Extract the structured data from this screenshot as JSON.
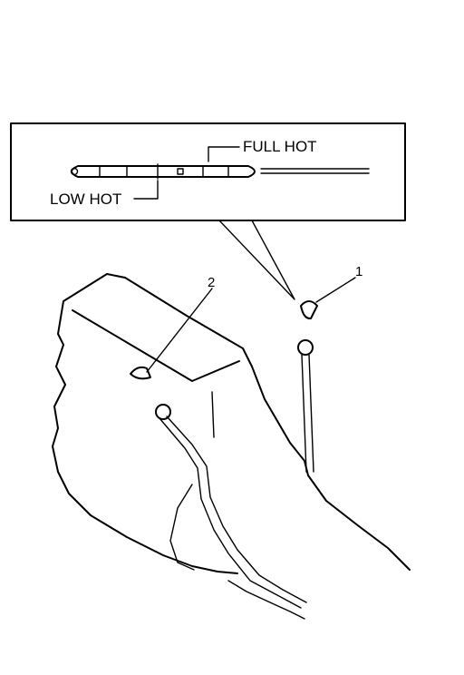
{
  "labels": {
    "full_hot": "FULL HOT",
    "low_hot": "LOW HOT",
    "callout_1": "1",
    "callout_2": "2"
  },
  "colors": {
    "ink": "#000000",
    "paper": "#ffffff"
  }
}
